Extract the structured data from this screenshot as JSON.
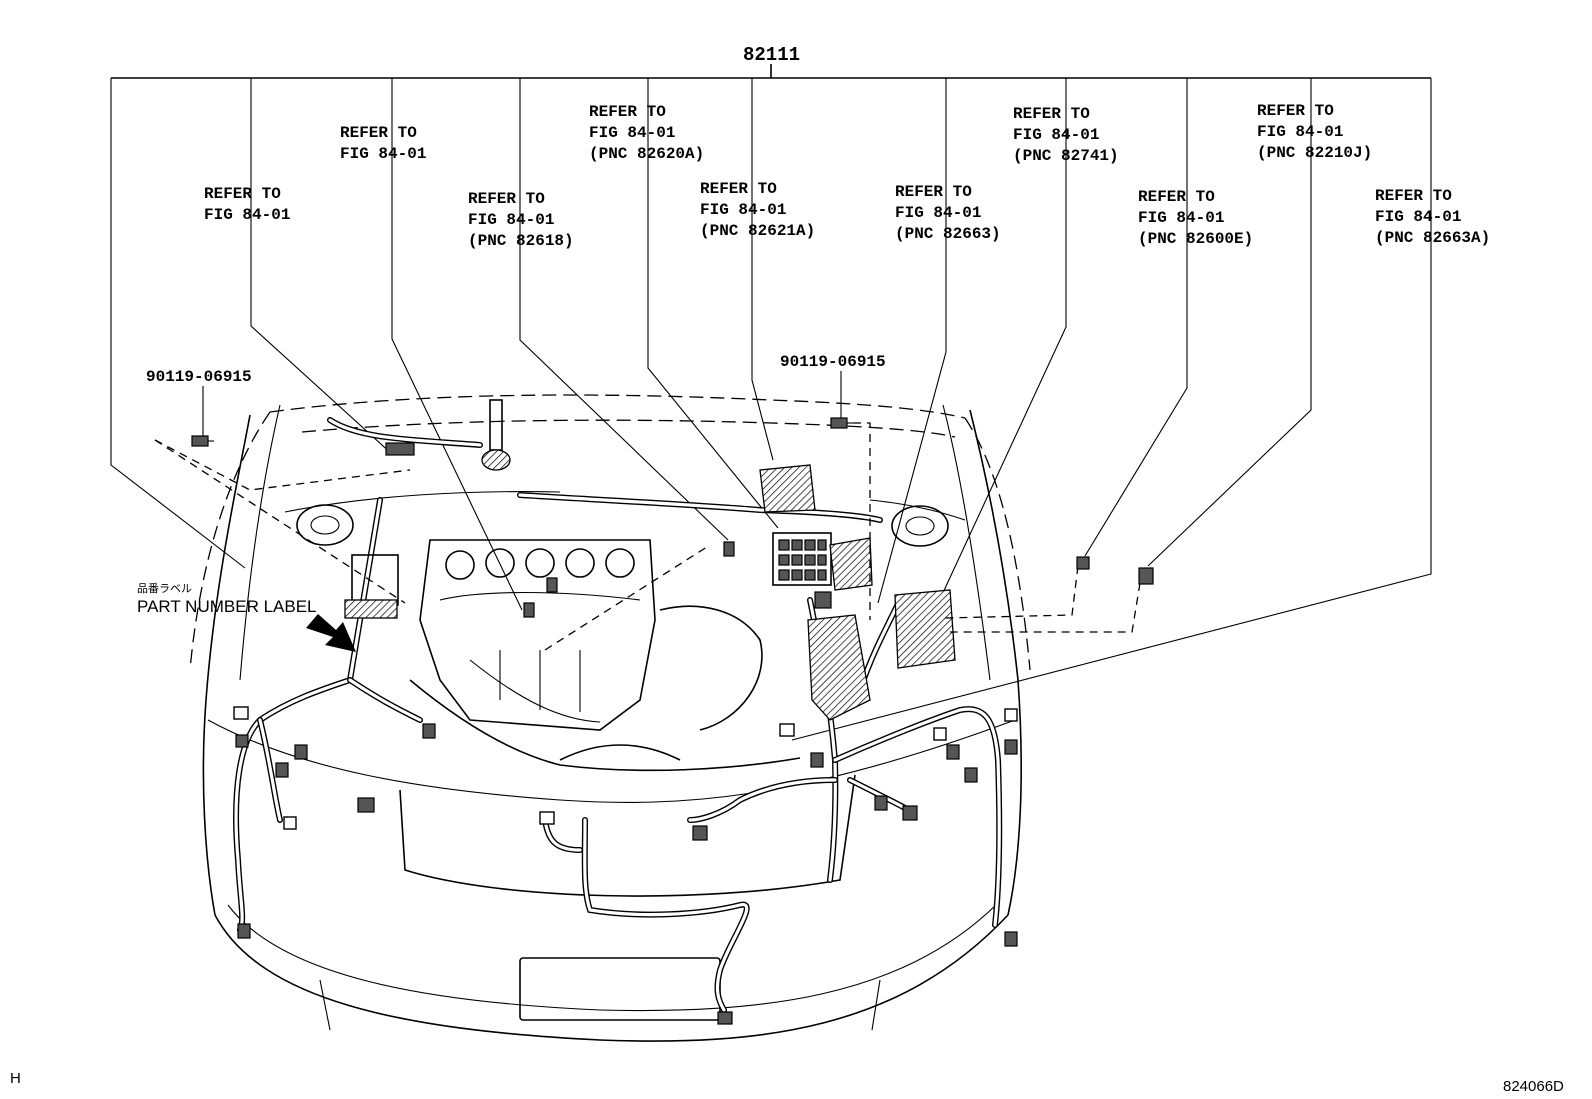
{
  "main_part_number": "82111",
  "callouts": [
    {
      "id": "c1",
      "line1": "REFER TO",
      "line2": "FIG 84-01",
      "line3": ""
    },
    {
      "id": "c2",
      "line1": "REFER TO",
      "line2": "FIG 84-01",
      "line3": ""
    },
    {
      "id": "c3",
      "line1": "REFER TO",
      "line2": "FIG 84-01",
      "line3": "(PNC 82618)"
    },
    {
      "id": "c4",
      "line1": "REFER TO",
      "line2": "FIG 84-01",
      "line3": "(PNC 82620A)"
    },
    {
      "id": "c5",
      "line1": "REFER TO",
      "line2": "FIG 84-01",
      "line3": "(PNC 82621A)"
    },
    {
      "id": "c6",
      "line1": "REFER TO",
      "line2": "FIG 84-01",
      "line3": "(PNC 82663)"
    },
    {
      "id": "c7",
      "line1": "REFER TO",
      "line2": "FIG 84-01",
      "line3": "(PNC 82741)"
    },
    {
      "id": "c8",
      "line1": "REFER TO",
      "line2": "FIG 84-01",
      "line3": "(PNC 82600E)"
    },
    {
      "id": "c9",
      "line1": "REFER TO",
      "line2": "FIG 84-01",
      "line3": "(PNC 82210J)"
    },
    {
      "id": "c10",
      "line1": "REFER TO",
      "line2": "FIG 84-01",
      "line3": "(PNC 82663A)"
    }
  ],
  "bolt_left": "90119-06915",
  "bolt_right": "90119-06915",
  "label_jp": "品番ラベル",
  "label_en": "PART NUMBER LABEL",
  "corner_left": "H",
  "corner_right": "824066D"
}
